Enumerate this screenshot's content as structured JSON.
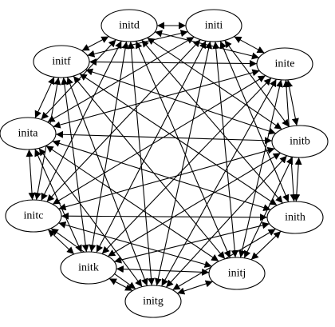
{
  "graph": {
    "nodes": [
      {
        "id": "initd",
        "label": "initd"
      },
      {
        "id": "initi",
        "label": "initi"
      },
      {
        "id": "initf",
        "label": "initf"
      },
      {
        "id": "inite",
        "label": "inite"
      },
      {
        "id": "inita",
        "label": "inita"
      },
      {
        "id": "initb",
        "label": "initb"
      },
      {
        "id": "initc",
        "label": "initc"
      },
      {
        "id": "inith",
        "label": "inith"
      },
      {
        "id": "initk",
        "label": "initk"
      },
      {
        "id": "initj",
        "label": "initj"
      },
      {
        "id": "initg",
        "label": "initg"
      }
    ],
    "edge_style": "complete-graph, bidirectional arrows between every pair of nodes",
    "colors": {
      "background": "#ffffff",
      "stroke": "#000000"
    }
  }
}
